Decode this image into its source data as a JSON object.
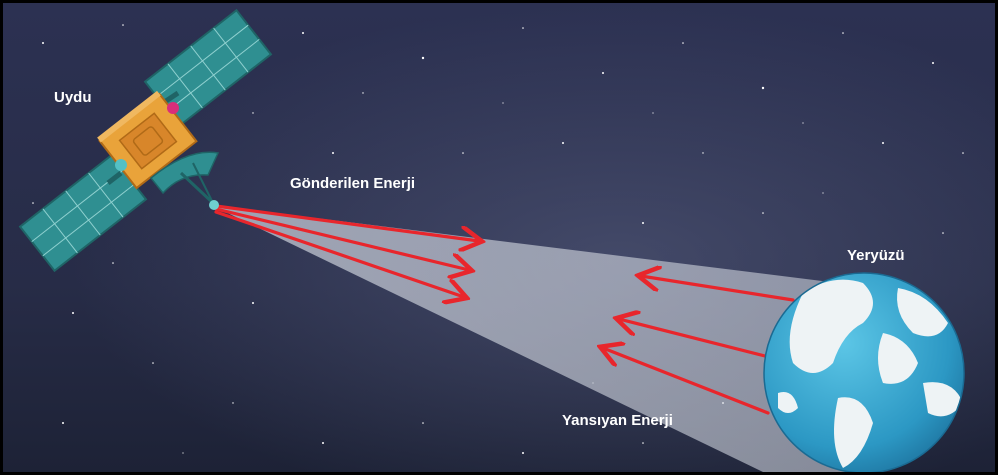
{
  "labels": {
    "satellite": "Uydu",
    "sent_energy": "Gönderilen Enerji",
    "earth": "Yeryüzü",
    "reflected_energy": "Yansıyan Enerji"
  },
  "colors": {
    "sky_top": "#2c3152",
    "sky_bottom": "#1d2236",
    "beam": "#c9ced9",
    "arrow": "#e8262c",
    "ocean": "#2f9fc8",
    "land": "#eef3f5",
    "panel": "#2f8f91",
    "body": "#e9a33a"
  },
  "icons": [
    "satellite-icon",
    "earth-icon",
    "arrow-icon"
  ]
}
